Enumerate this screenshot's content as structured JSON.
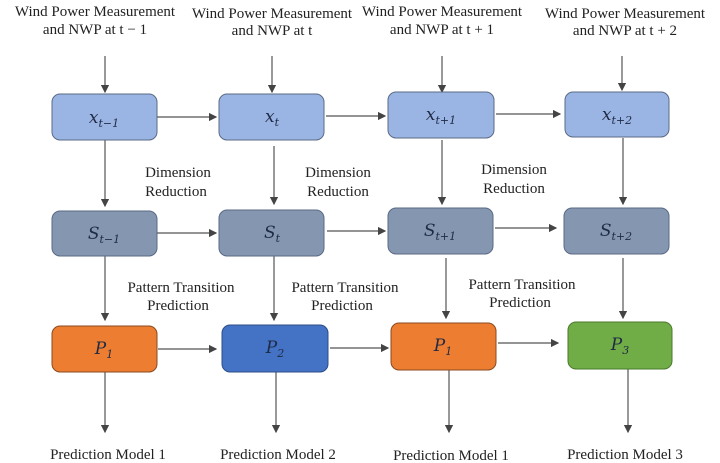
{
  "inputs": [
    {
      "line1": "Wind Power Measurement",
      "line2": "and NWP at t − 1"
    },
    {
      "line1": "Wind Power Measurement",
      "line2": "and NWP at t"
    },
    {
      "line1": "Wind Power Measurement",
      "line2": "and NWP at t + 1"
    },
    {
      "line1": "Wind Power Measurement",
      "line2": "and NWP at t + 2"
    }
  ],
  "x_nodes": [
    {
      "base": "x",
      "sub": "t−1"
    },
    {
      "base": "x",
      "sub": "t"
    },
    {
      "base": "x",
      "sub": "t+1"
    },
    {
      "base": "x",
      "sub": "t+2"
    }
  ],
  "s_nodes": [
    {
      "base": "S",
      "sub": "t−1"
    },
    {
      "base": "S",
      "sub": "t"
    },
    {
      "base": "S",
      "sub": "t+1"
    },
    {
      "base": "S",
      "sub": "t+2"
    }
  ],
  "p_nodes": [
    {
      "base": "P",
      "sub": "1",
      "color": "#ed7d31"
    },
    {
      "base": "P",
      "sub": "2",
      "color": "#4472c4"
    },
    {
      "base": "P",
      "sub": "1",
      "color": "#ed7d31"
    },
    {
      "base": "P",
      "sub": "3",
      "color": "#70ad47"
    }
  ],
  "dimension_reduction": {
    "line1": "Dimension",
    "line2": "Reduction"
  },
  "pattern_transition": {
    "line1": "Pattern Transition",
    "line2": "Prediction"
  },
  "outputs": [
    "Prediction Model 1",
    "Prediction Model 2",
    "Prediction Model 1",
    "Prediction Model 3"
  ],
  "colors": {
    "x_fill": "#9ab5e3",
    "s_fill": "#8597b0",
    "border": "#5a6a85"
  }
}
